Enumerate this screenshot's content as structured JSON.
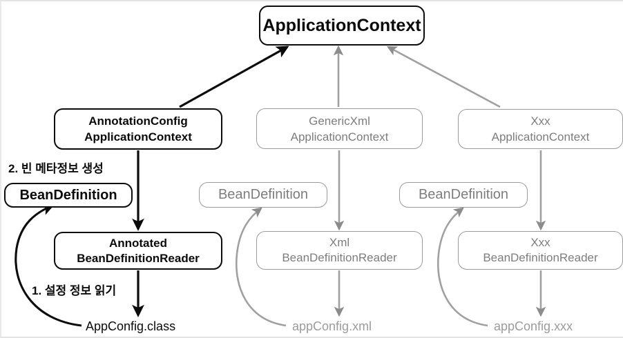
{
  "diagram": {
    "title_node": {
      "label": "ApplicationContext"
    },
    "colors": {
      "active": "#0b0b0b",
      "inactive": "#8c8c8c",
      "inactive_border": "#9a9a9a",
      "canvas": "#ffffff",
      "frame": "#e3e3e3"
    },
    "columns": [
      {
        "key": "annotation-config",
        "state": "active",
        "context": {
          "line1": "AnnotationConfig",
          "line2": "ApplicationContext"
        },
        "bean_definition": {
          "label": "BeanDefinition"
        },
        "reader": {
          "line1": "Annotated",
          "line2": "BeanDefinitionReader"
        },
        "config_file": {
          "label": "AppConfig.class"
        }
      },
      {
        "key": "generic-xml",
        "state": "inactive",
        "context": {
          "line1": "GenericXml",
          "line2": "ApplicationContext"
        },
        "bean_definition": {
          "label": "BeanDefinition"
        },
        "reader": {
          "line1": "Xml",
          "line2": "BeanDefinitionReader"
        },
        "config_file": {
          "label": "appConfig.xml"
        }
      },
      {
        "key": "xxx",
        "state": "inactive",
        "context": {
          "line1": "Xxx",
          "line2": "ApplicationContext"
        },
        "bean_definition": {
          "label": "BeanDefinition"
        },
        "reader": {
          "line1": "Xxx",
          "line2": "BeanDefinitionReader"
        },
        "config_file": {
          "label": "appConfig.xxx"
        }
      }
    ],
    "annotations": [
      {
        "key": "step-2",
        "text": "2. 빈 메타정보 생성"
      },
      {
        "key": "step-1",
        "text": "1. 설정 정보 읽기"
      }
    ]
  }
}
